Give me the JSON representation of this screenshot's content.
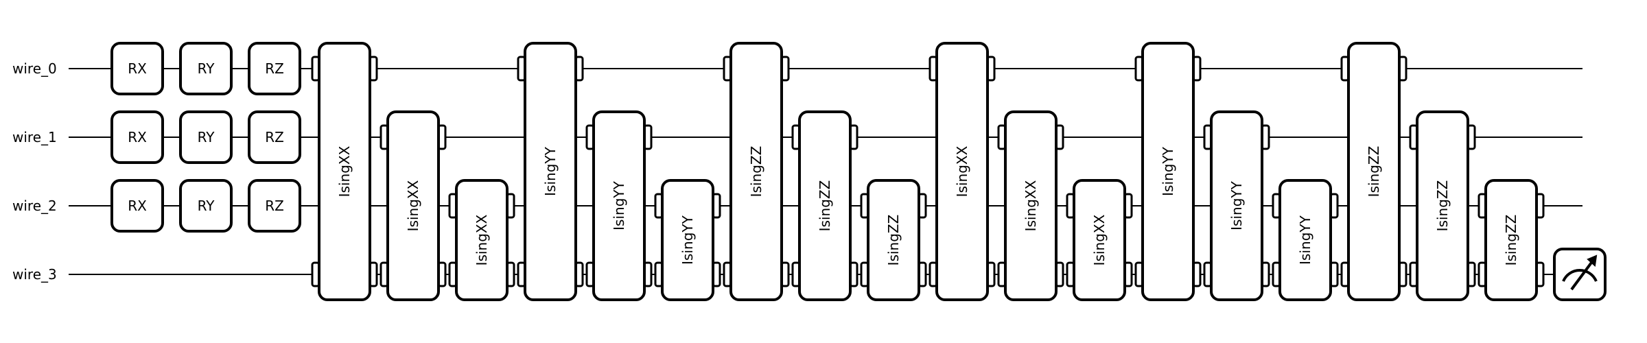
{
  "wires": [
    "wire_0",
    "wire_1",
    "wire_2",
    "wire_3"
  ],
  "single_qubit_gates": [
    {
      "label": "RX",
      "wire": 0,
      "column": 0
    },
    {
      "label": "RY",
      "wire": 0,
      "column": 1
    },
    {
      "label": "RZ",
      "wire": 0,
      "column": 2
    },
    {
      "label": "RX",
      "wire": 1,
      "column": 0
    },
    {
      "label": "RY",
      "wire": 1,
      "column": 1
    },
    {
      "label": "RZ",
      "wire": 1,
      "column": 2
    },
    {
      "label": "RX",
      "wire": 2,
      "column": 0
    },
    {
      "label": "RY",
      "wire": 2,
      "column": 1
    },
    {
      "label": "RZ",
      "wire": 2,
      "column": 2
    }
  ],
  "two_qubit_gates": [
    {
      "label": "IsingXX",
      "wires": [
        0,
        3
      ]
    },
    {
      "label": "IsingXX",
      "wires": [
        1,
        3
      ]
    },
    {
      "label": "IsingXX",
      "wires": [
        2,
        3
      ]
    },
    {
      "label": "IsingYY",
      "wires": [
        0,
        3
      ]
    },
    {
      "label": "IsingYY",
      "wires": [
        1,
        3
      ]
    },
    {
      "label": "IsingYY",
      "wires": [
        2,
        3
      ]
    },
    {
      "label": "IsingZZ",
      "wires": [
        0,
        3
      ]
    },
    {
      "label": "IsingZZ",
      "wires": [
        1,
        3
      ]
    },
    {
      "label": "IsingZZ",
      "wires": [
        2,
        3
      ]
    },
    {
      "label": "IsingXX",
      "wires": [
        0,
        3
      ]
    },
    {
      "label": "IsingXX",
      "wires": [
        1,
        3
      ]
    },
    {
      "label": "IsingXX",
      "wires": [
        2,
        3
      ]
    },
    {
      "label": "IsingYY",
      "wires": [
        0,
        3
      ]
    },
    {
      "label": "IsingYY",
      "wires": [
        1,
        3
      ]
    },
    {
      "label": "IsingYY",
      "wires": [
        2,
        3
      ]
    },
    {
      "label": "IsingZZ",
      "wires": [
        0,
        3
      ]
    },
    {
      "label": "IsingZZ",
      "wires": [
        1,
        3
      ]
    },
    {
      "label": "IsingZZ",
      "wires": [
        2,
        3
      ]
    }
  ],
  "measurement": {
    "wire": 3,
    "icon": "measurement-meter-icon"
  }
}
